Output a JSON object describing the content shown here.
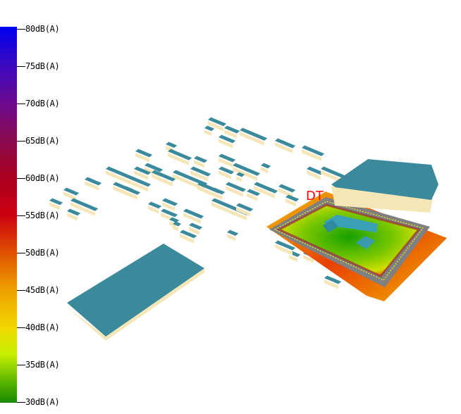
{
  "legend": {
    "unit": "dB(A)",
    "ticks": [
      "80dB(A)",
      "75dB(A)",
      "70dB(A)",
      "65dB(A)",
      "60dB(A)",
      "55dB(A)",
      "50dB(A)",
      "45dB(A)",
      "40dB(A)",
      "35dB(A)",
      "30dB(A)"
    ],
    "range": [
      30,
      80
    ]
  },
  "scene": {
    "label": "DT",
    "colors": {
      "building_top": "#3a8a9c",
      "building_side": "#f5e6b8",
      "boundary": "#808080",
      "boundary_line": "#ffff00"
    }
  }
}
